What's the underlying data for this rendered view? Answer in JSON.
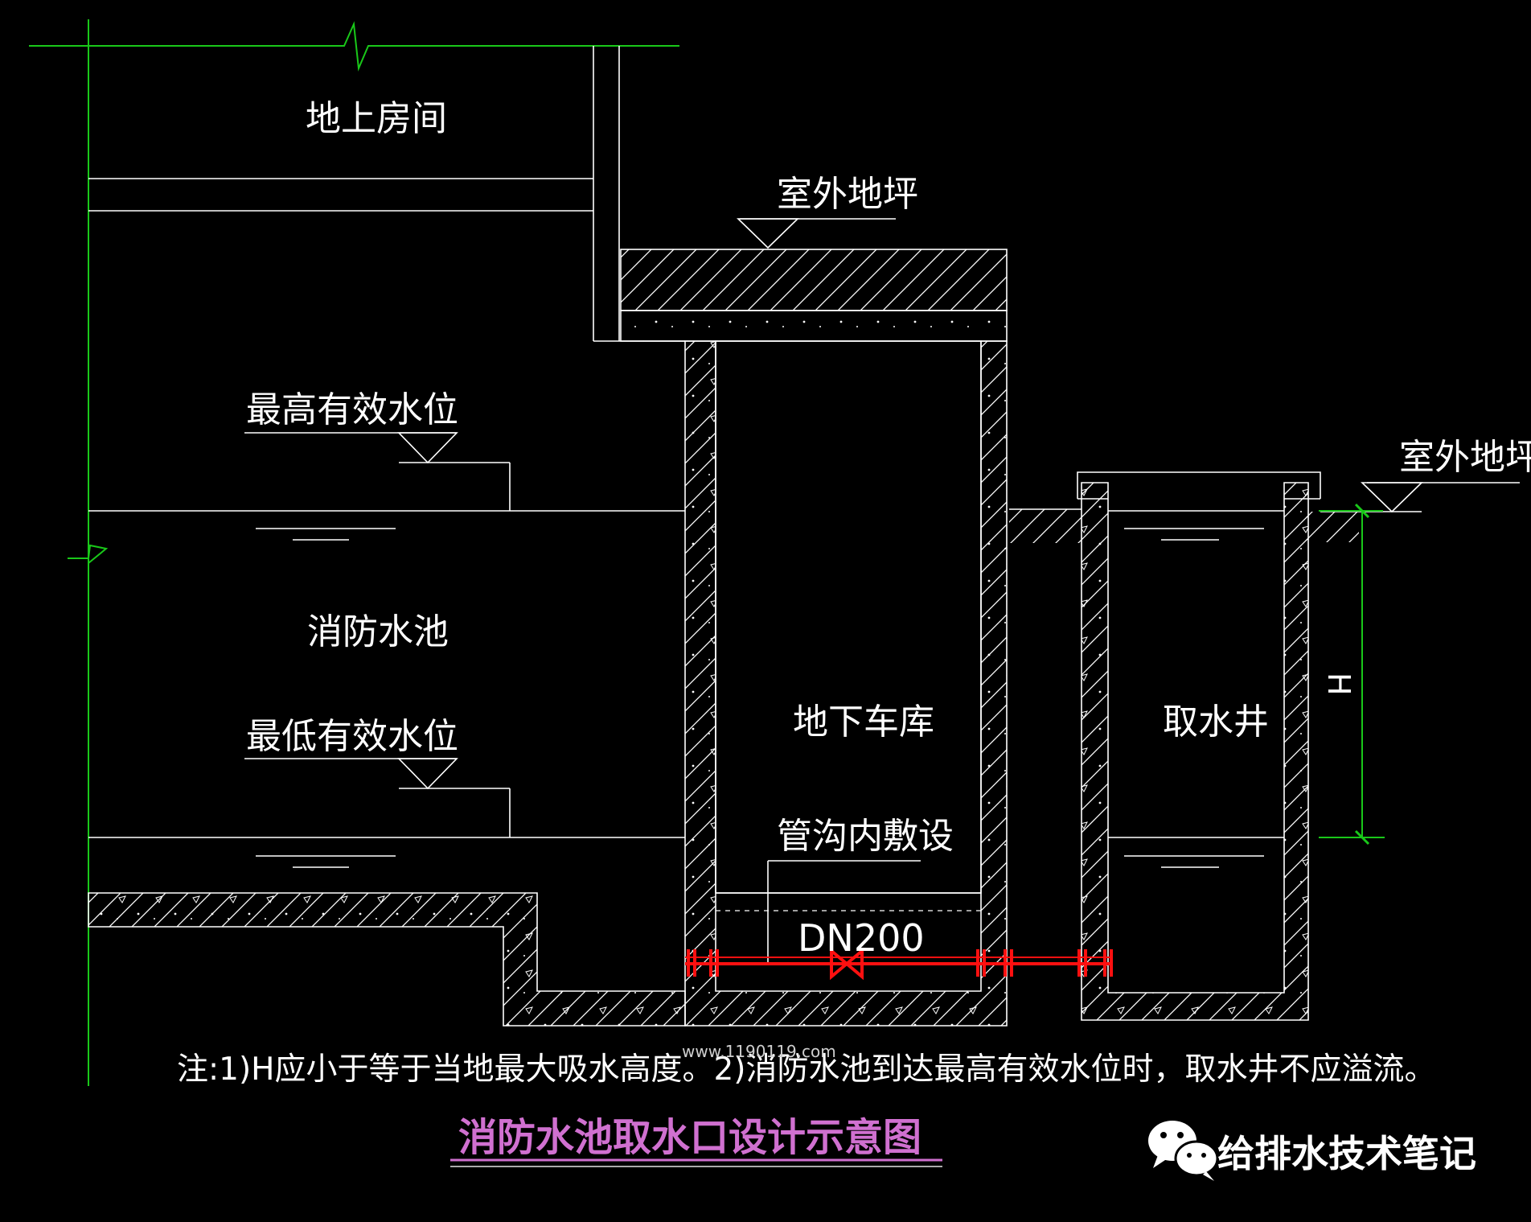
{
  "labels": {
    "above_room": "地上房间",
    "outdoor_ground_1": "室外地坪",
    "outdoor_ground_2": "室外地坪",
    "max_water_level": "最高有效水位",
    "min_water_level": "最低有效水位",
    "fire_pool": "消防水池",
    "basement_garage": "地下车库",
    "intake_well": "取水井",
    "pipe_trench": "管沟内敷设",
    "pipe_size": "DN200",
    "dimension_h": "H"
  },
  "note": "注:1)H应小于等于当地最大吸水高度。2)消防水池到达最高有效水位时，取水井不应溢流。",
  "watermark": "www.1190119.com",
  "title": "消防水池取水口设计示意图",
  "brand": "给排水技术笔记",
  "colors": {
    "background": "#000000",
    "line": "#ffffff",
    "axis": "#00cc00",
    "pipe": "#ff1010",
    "title": "#d070d0"
  }
}
